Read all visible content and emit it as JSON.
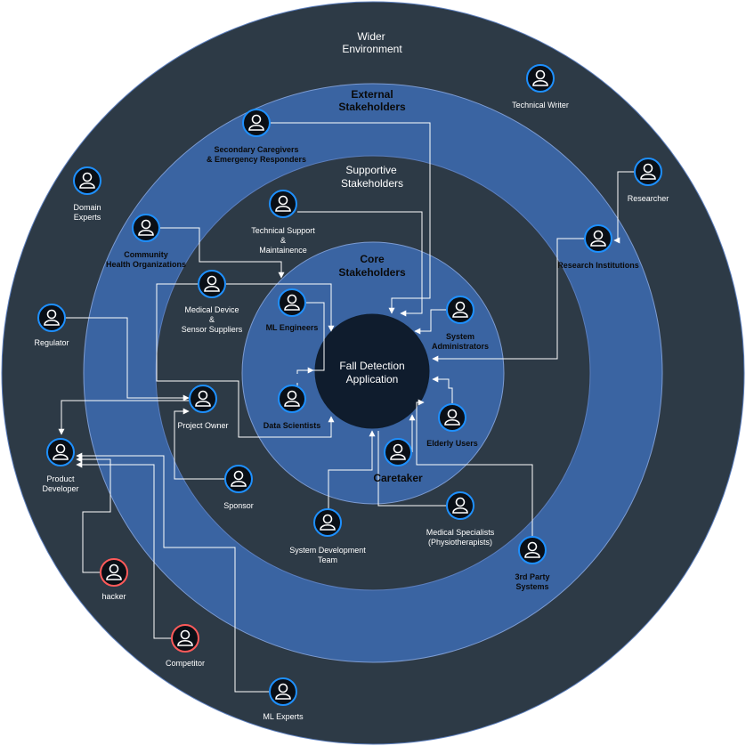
{
  "center": {
    "line1": "Fall Detection",
    "line2": "Application"
  },
  "rings": {
    "wider": {
      "line1": "Wider",
      "line2": "Environment"
    },
    "external": {
      "line1": "External",
      "line2": "Stakeholders"
    },
    "supportive": {
      "line1": "Supportive",
      "line2": "Stakeholders"
    },
    "core": {
      "line1": "Core",
      "line2": "Stakeholders"
    }
  },
  "nodes": {
    "technical_writer": {
      "lines": [
        "Technical Writer"
      ]
    },
    "researcher": {
      "lines": [
        "Researcher"
      ]
    },
    "research_institutions": {
      "lines": [
        "Research Institutions"
      ]
    },
    "secondary_caregivers": {
      "lines": [
        "Secondary Caregivers",
        "& Emergency Responders"
      ]
    },
    "domain_experts": {
      "lines": [
        "Domain",
        "Experts"
      ]
    },
    "community_health": {
      "lines": [
        "Community",
        "Health Organizations"
      ]
    },
    "technical_support": {
      "lines": [
        "Technical Support",
        "&",
        "Maintainence"
      ]
    },
    "medical_device": {
      "lines": [
        "Medical Device",
        "&",
        "Sensor Suppliers"
      ]
    },
    "ml_engineers": {
      "lines": [
        "ML Engineers"
      ]
    },
    "system_administrators": {
      "lines": [
        "System",
        "Administrators"
      ]
    },
    "regulator": {
      "lines": [
        "Regulator"
      ]
    },
    "project_owner": {
      "lines": [
        "Project Owner"
      ]
    },
    "data_scientists": {
      "lines": [
        "Data Scientists"
      ]
    },
    "elderly_users": {
      "lines": [
        "Elderly Users"
      ]
    },
    "caretaker": {
      "lines": [
        "Caretaker"
      ]
    },
    "product_developer": {
      "lines": [
        "Product",
        "Developer"
      ]
    },
    "sponsor": {
      "lines": [
        "Sponsor"
      ]
    },
    "system_development_team": {
      "lines": [
        "System Development",
        "Team"
      ]
    },
    "medical_specialists": {
      "lines": [
        "Medical Specialists",
        "(Physiotherapists)"
      ]
    },
    "third_party_systems": {
      "lines": [
        "3rd Party",
        "Systems"
      ]
    },
    "hacker": {
      "lines": [
        "hacker"
      ]
    },
    "competitor": {
      "lines": [
        "Competitor"
      ]
    },
    "ml_experts": {
      "lines": [
        "ML Experts"
      ]
    }
  },
  "colors": {
    "wider": "#2d3a46",
    "external": "#3a64a2",
    "supportive": "#2d3a46",
    "core": "#3a64a2",
    "center": "#0f1c2d",
    "icon_blue": "#1e90ff",
    "icon_red": "#ff5a5a"
  },
  "icons": {
    "person": "user-icon"
  }
}
